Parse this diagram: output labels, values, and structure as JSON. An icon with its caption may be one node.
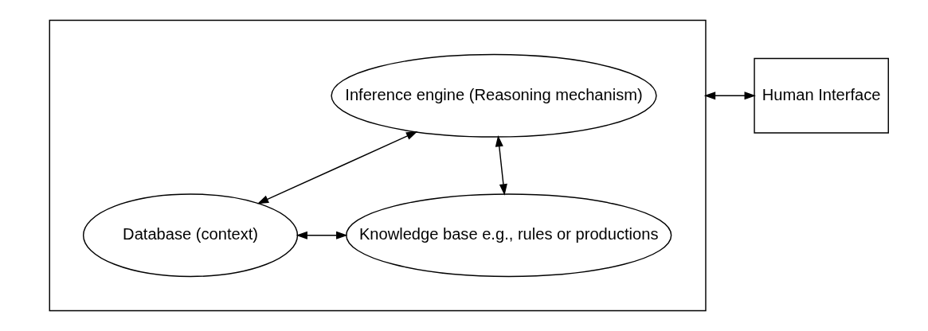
{
  "diagram": {
    "nodes": [
      {
        "text": [],
        "shape": "box"
      },
      {
        "text": [
          "Inference engine (Reasoning mechanism)"
        ],
        "in": 0
      },
      {
        "text": [
          "Database (context)"
        ],
        "in": 0
      },
      {
        "text": [
          "Knowledge base e.g., rules or productions"
        ],
        "in": 0
      },
      {
        "text": [
          "Human Interface"
        ]
      }
    ],
    "edges": [
      {
        "from": 2,
        "to": 1,
        "arrow": "both"
      },
      {
        "from": 1,
        "to": 3,
        "arrow": "both"
      },
      {
        "from": 2,
        "to": 3,
        "arrow": "both"
      },
      {
        "from": 0,
        "to": 4,
        "arrow": "both"
      }
    ]
  }
}
